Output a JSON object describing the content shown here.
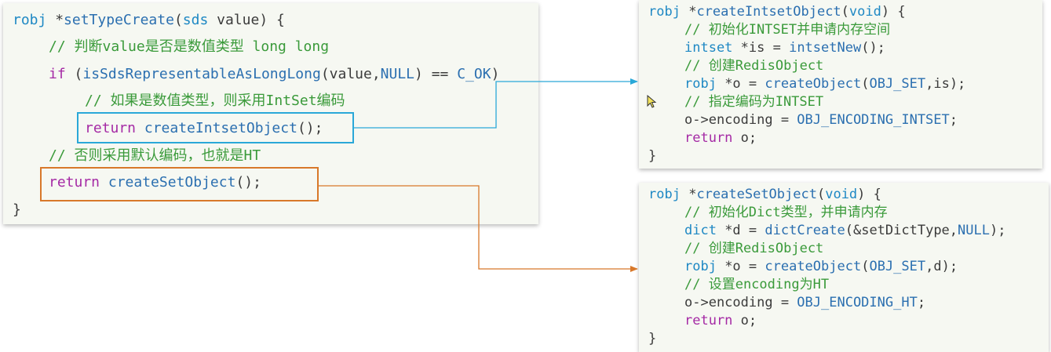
{
  "colors": {
    "panel_bg": "#f6f8f2",
    "keyword": "#a52aa5",
    "type": "#1e88c4",
    "function": "#2b6fb0",
    "comment": "#3a9a3a",
    "plain": "#3b3b3b",
    "blue_highlight": "#2aa8d8",
    "orange_highlight": "#d8782a"
  },
  "left": {
    "l1": {
      "a": "robj",
      "b": " *",
      "c": "setTypeCreate",
      "d": "(",
      "e": "sds",
      "f": " value) {"
    },
    "l2": "// 判断value是否是数值类型 long long",
    "l3": {
      "a": "if",
      "b": " (",
      "c": "isSdsRepresentableAsLongLong",
      "d": "(value,",
      "e": "NULL",
      "f": ") == ",
      "g": "C_OK",
      "h": ")"
    },
    "l4": "// 如果是数值类型，则采用IntSet编码",
    "l5": {
      "a": "return",
      "b": " ",
      "c": "createIntsetObject",
      "d": "();"
    },
    "l6": "// 否则采用默认编码，也就是HT",
    "l7": {
      "a": "return",
      "b": " ",
      "c": "createSetObject",
      "d": "();"
    },
    "l8": "}"
  },
  "right_top": {
    "l1": {
      "a": "robj",
      "b": " *",
      "c": "createIntsetObject",
      "d": "(",
      "e": "void",
      "f": ") {"
    },
    "l2": "// 初始化INTSET并申请内存空间",
    "l3": {
      "a": "intset",
      "b": " *is = ",
      "c": "intsetNew",
      "d": "();"
    },
    "l4": "// 创建RedisObject",
    "l5": {
      "a": "robj",
      "b": " *o = ",
      "c": "createObject",
      "d": "(",
      "e": "OBJ_SET",
      "f": ",is);"
    },
    "l6": "// 指定编码为INTSET",
    "l7": {
      "a": "o->encoding = ",
      "b": "OBJ_ENCODING_INTSET",
      "c": ";"
    },
    "l8": {
      "a": "return",
      "b": " o;"
    },
    "l9": "}"
  },
  "right_bottom": {
    "l1": {
      "a": "robj",
      "b": " *",
      "c": "createSetObject",
      "d": "(",
      "e": "void",
      "f": ") {"
    },
    "l2": "// 初始化Dict类型，并申请内存",
    "l3": {
      "a": "dict",
      "b": " *d = ",
      "c": "dictCreate",
      "d": "(&setDictType,",
      "e": "NULL",
      "f": ");"
    },
    "l4": "// 创建RedisObject",
    "l5": {
      "a": "robj",
      "b": " *o = ",
      "c": "createObject",
      "d": "(",
      "e": "OBJ_SET",
      "f": ",d);"
    },
    "l6": "// 设置encoding为HT",
    "l7": {
      "a": "o->encoding = ",
      "b": "OBJ_ENCODING_HT",
      "c": ";"
    },
    "l8": {
      "a": "return",
      "b": " o;"
    },
    "l9": "}"
  }
}
